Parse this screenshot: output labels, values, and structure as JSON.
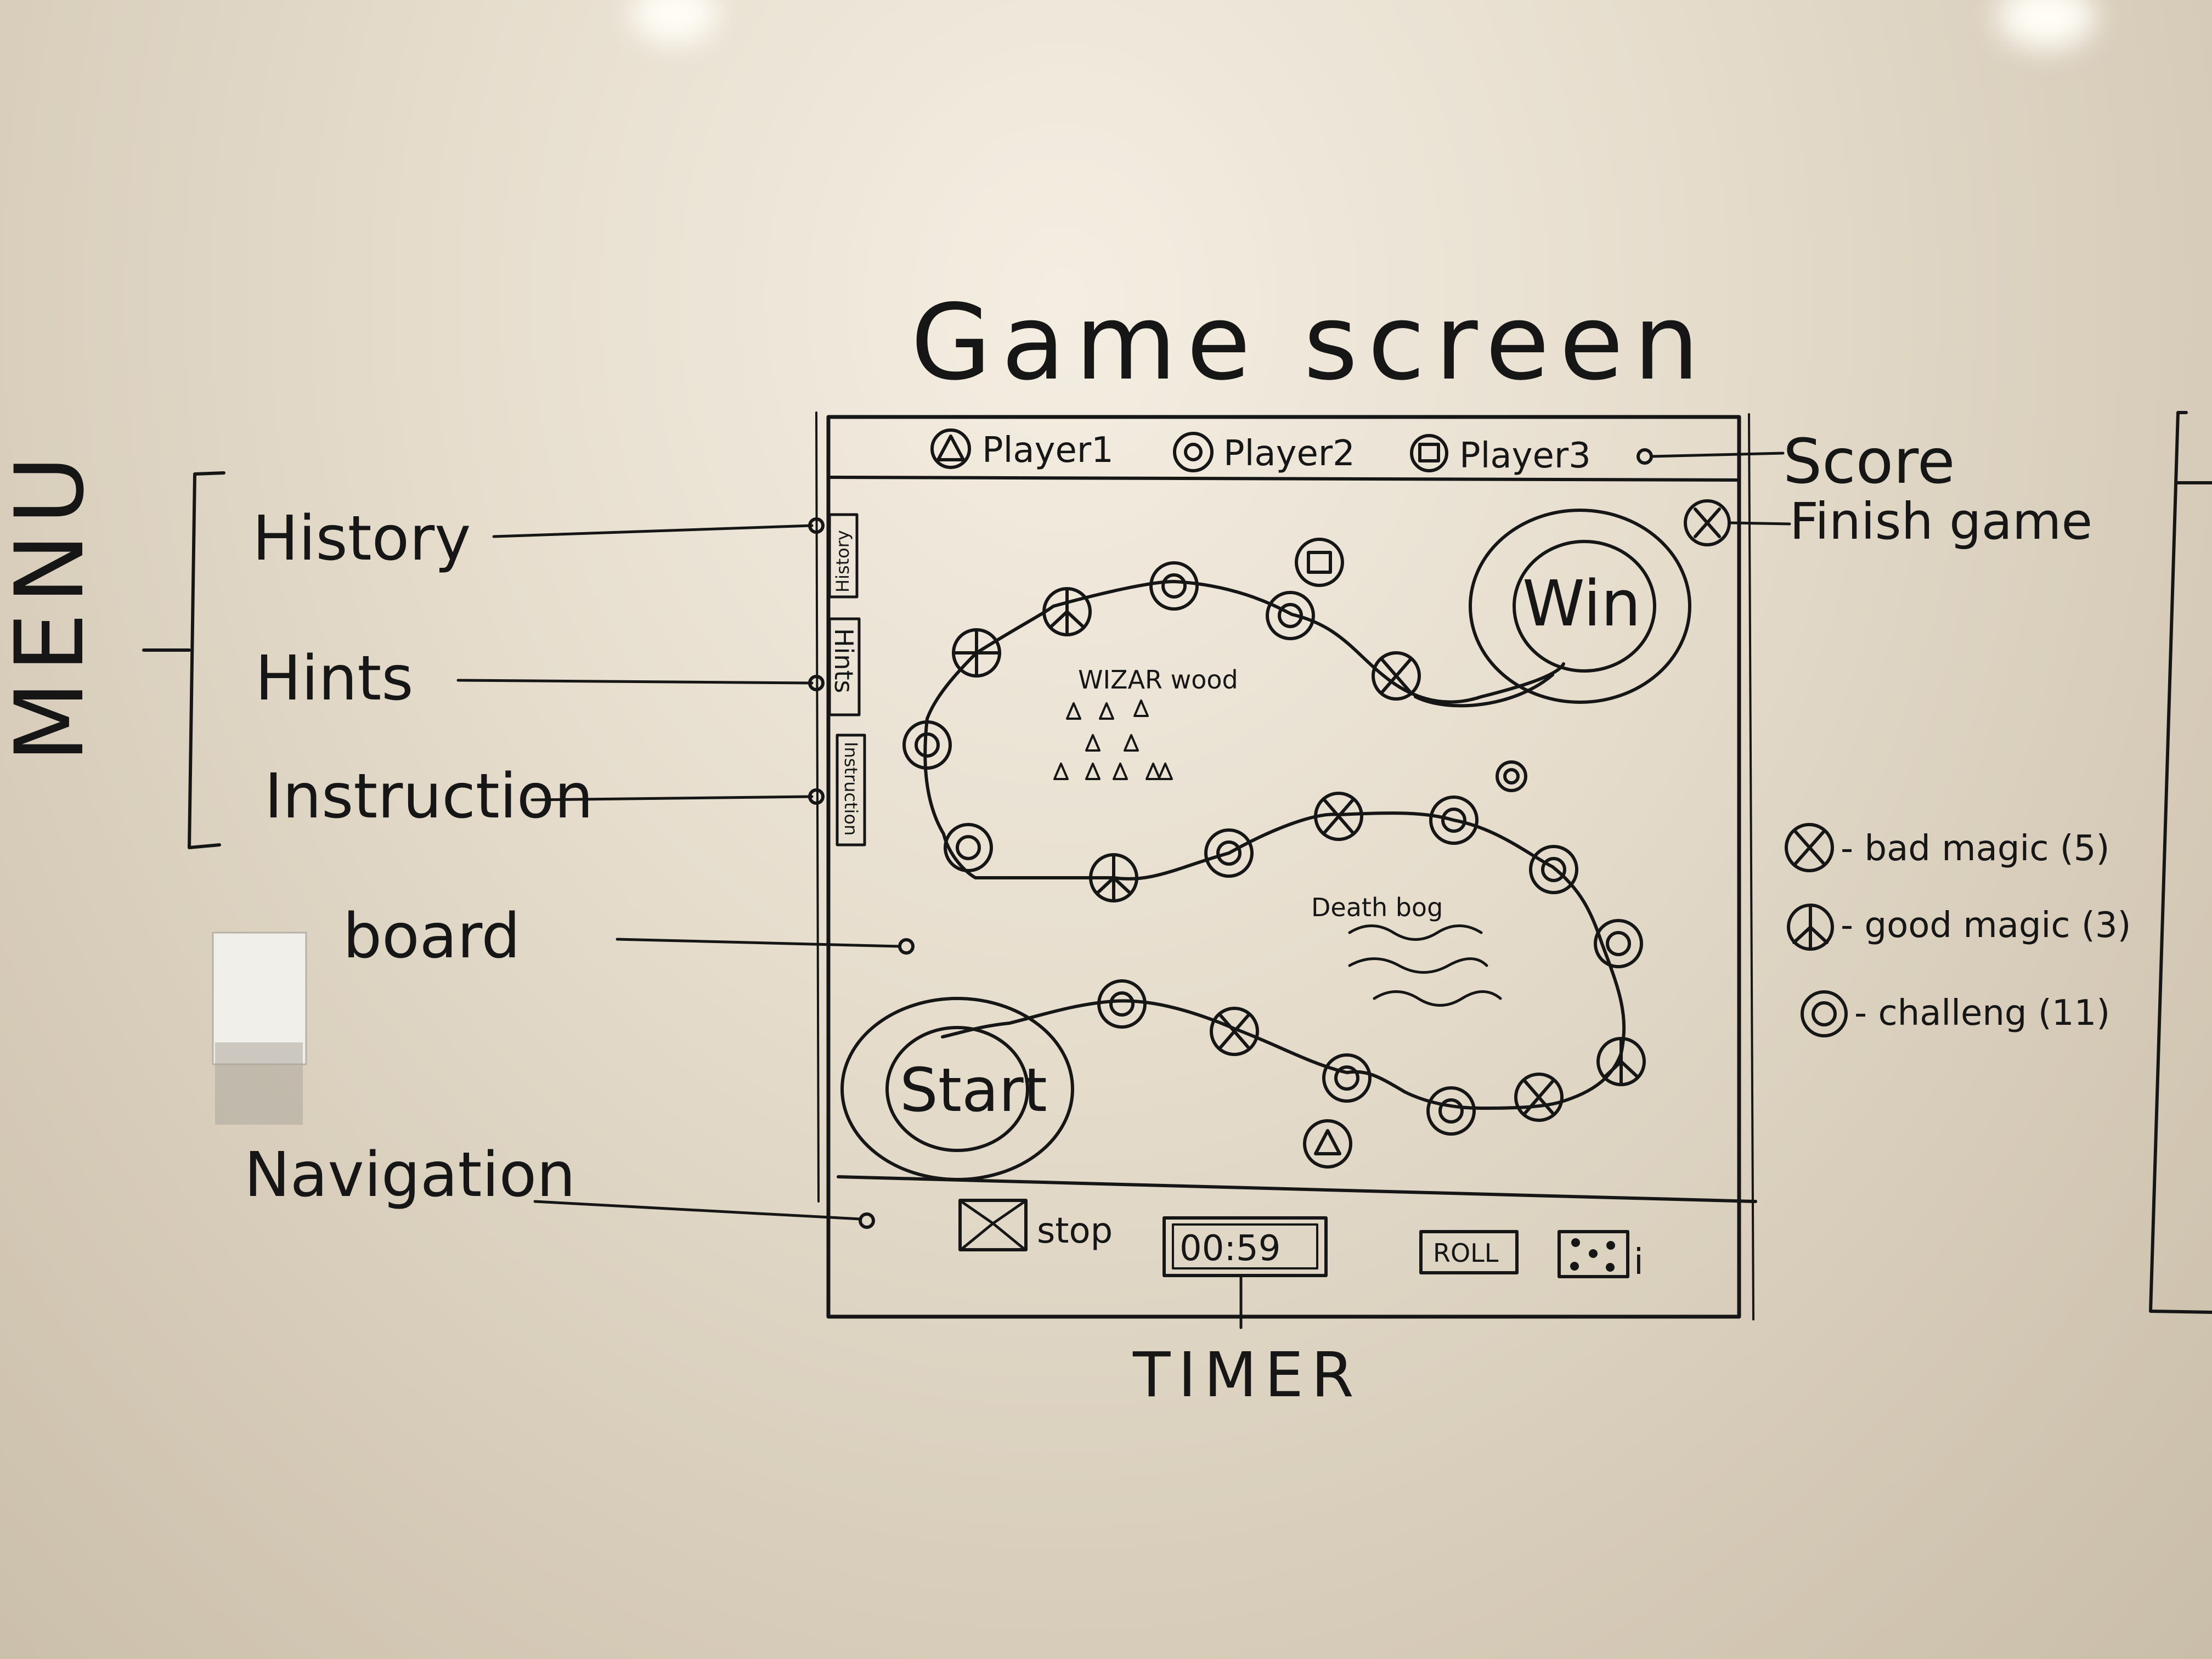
{
  "title": "Game screen",
  "score_bar": {
    "players": [
      {
        "name": "Player1",
        "icon": "triangle-icon"
      },
      {
        "name": "Player2",
        "icon": "circle-icon"
      },
      {
        "name": "Player3",
        "icon": "square-icon"
      }
    ]
  },
  "annotations": {
    "score": "Score",
    "finish_game": "Finish game",
    "menu": "MENU",
    "history": "History",
    "hints": "Hints",
    "instruction": "Instruction",
    "board": "board",
    "navigation": "Navigation",
    "timer": "TIMER"
  },
  "menu_tabs": {
    "history": "History",
    "hints": "Hints",
    "instruction": "Instruction"
  },
  "board": {
    "start_label": "Start",
    "win_label": "Win",
    "wizard_wood": "WIZAR wood",
    "death_bog": "Death bog"
  },
  "nav_bar": {
    "stop_label": "stop",
    "timer_value": "00:59",
    "roll_label": "ROLL",
    "info_glyph": "i"
  },
  "legend": [
    {
      "symbol": "cross-circle-icon",
      "label": "- bad magic (5)"
    },
    {
      "symbol": "peace-circle-icon",
      "label": "- good magic (3)"
    },
    {
      "symbol": "ring-circle-icon",
      "label": "- challeng (11)"
    }
  ]
}
